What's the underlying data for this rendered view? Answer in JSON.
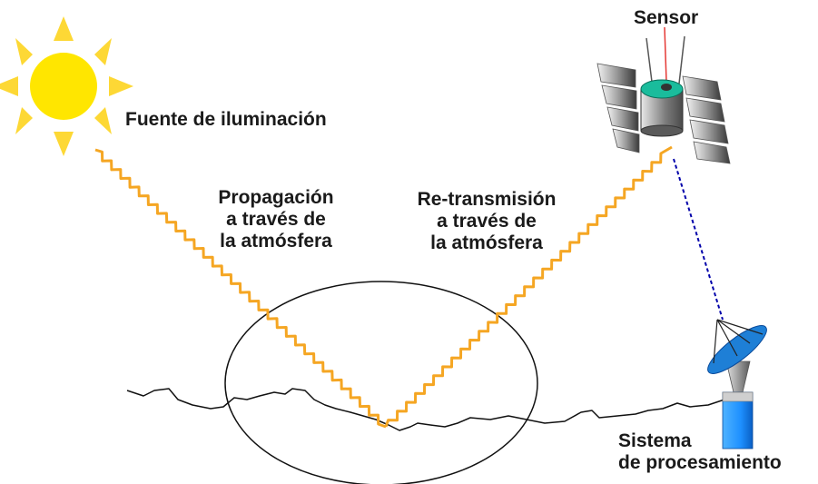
{
  "labels": {
    "sensor": "Sensor",
    "source": "Fuente de iluminación",
    "propagation": [
      "Propagación",
      "a través de",
      "la atmósfera"
    ],
    "retransmission": [
      "Re-transmisión",
      "a través de",
      "la atmósfera"
    ],
    "processing": [
      "Sistema",
      "de procesamiento"
    ]
  },
  "colors": {
    "sun_fill": "#ffe600",
    "sun_rays": "#fdd835",
    "wave": "#f5a623",
    "ground_line": "#111111",
    "downlink": "#0000aa",
    "dish": "#1e7fd6",
    "tower_blue": "#1e90ff",
    "sensor_beam": "#e53935",
    "sensor_top": "#1abc9c"
  },
  "icons": [
    "sun-icon",
    "satellite-icon",
    "ground-station-icon"
  ]
}
